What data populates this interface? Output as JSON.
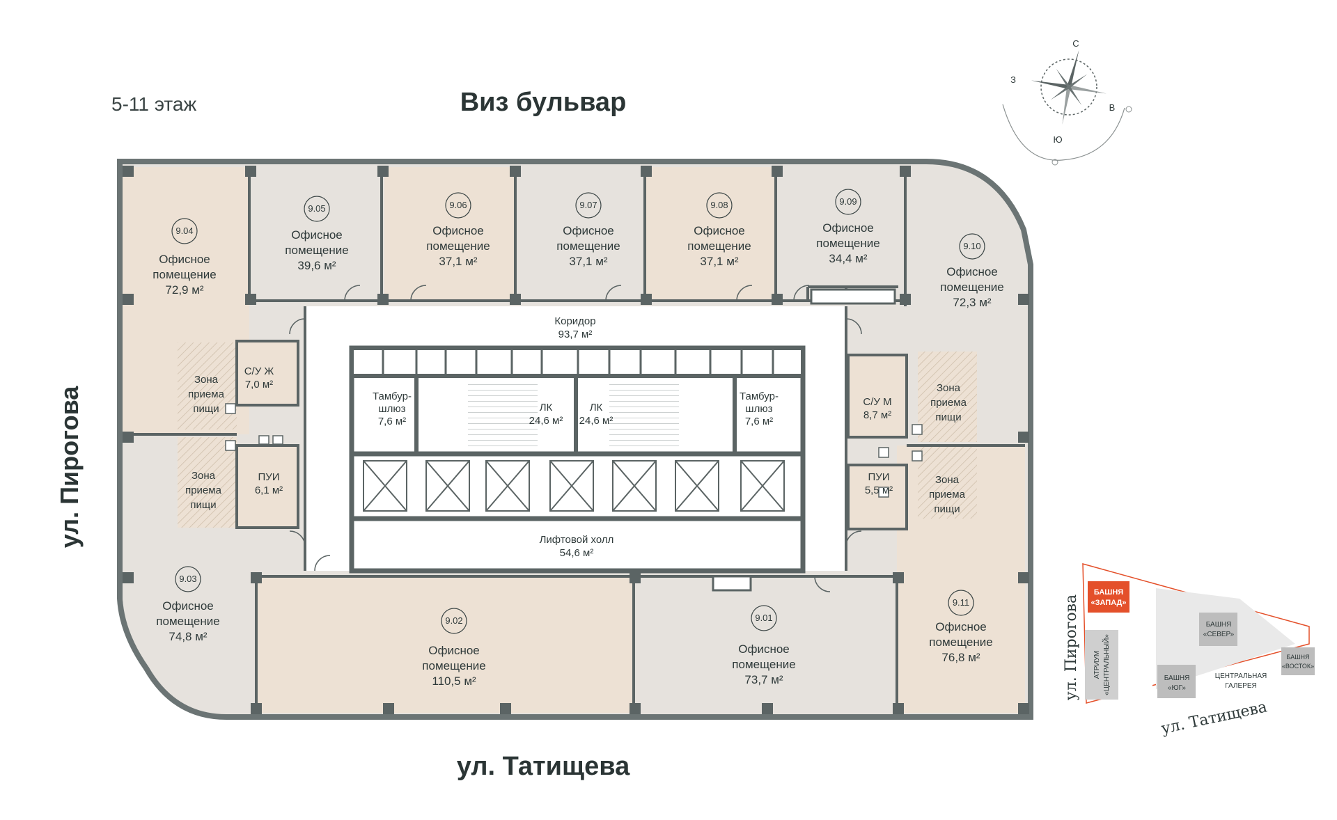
{
  "floor_label": "5-11 этаж",
  "streets": {
    "top": "Виз бульвар",
    "bottom": "ул. Татищева",
    "left": "ул. Пирогова"
  },
  "compass": {
    "north": "С",
    "south": "Ю",
    "west": "З",
    "east": "В"
  },
  "offices": [
    {
      "id": "9.04",
      "name": "Офисное",
      "name2": "помещение",
      "area": "72,9 м²"
    },
    {
      "id": "9.05",
      "name": "Офисное",
      "name2": "помещение",
      "area": "39,6 м²"
    },
    {
      "id": "9.06",
      "name": "Офисное",
      "name2": "помещение",
      "area": "37,1 м²"
    },
    {
      "id": "9.07",
      "name": "Офисное",
      "name2": "помещение",
      "area": "37,1 м²"
    },
    {
      "id": "9.08",
      "name": "Офисное",
      "name2": "помещение",
      "area": "37,1 м²"
    },
    {
      "id": "9.09",
      "name": "Офисное",
      "name2": "помещение",
      "area": "34,4 м²"
    },
    {
      "id": "9.10",
      "name": "Офисное",
      "name2": "помещение",
      "area": "72,3 м²"
    },
    {
      "id": "9.03",
      "name": "Офисное",
      "name2": "помещение",
      "area": "74,8 м²"
    },
    {
      "id": "9.02",
      "name": "Офисное",
      "name2": "помещение",
      "area": "110,5 м²"
    },
    {
      "id": "9.01",
      "name": "Офисное",
      "name2": "помещение",
      "area": "73,7 м²"
    },
    {
      "id": "9.11",
      "name": "Офисное",
      "name2": "помещение",
      "area": "76,8 м²"
    }
  ],
  "zones": {
    "line1": "Зона",
    "line2": "приема",
    "line3": "пищи"
  },
  "service": {
    "corridor": {
      "name": "Коридор",
      "area": "93,7 м²"
    },
    "lift_hall": {
      "name": "Лифтовой холл",
      "area": "54,6 м²"
    },
    "lk_left": {
      "name": "ЛК",
      "area": "24,6 м²"
    },
    "lk_right": {
      "name": "ЛК",
      "area": "24,6 м²"
    },
    "tambur_left": {
      "name": "Тамбур-",
      "name2": "шлюз",
      "area": "7,6 м²"
    },
    "tambur_right": {
      "name": "Тамбур-",
      "name2": "шлюз",
      "area": "7,6 м²"
    },
    "wc_f": {
      "name": "С/У Ж",
      "area": "7,0 м²"
    },
    "wc_m": {
      "name": "С/У М",
      "area": "8,7 м²"
    },
    "pui_left": {
      "name": "ПУИ",
      "area": "6,1 м²"
    },
    "pui_right": {
      "name": "ПУИ",
      "area": "5,5 м²"
    }
  },
  "mini_map": {
    "street_left": "ул. Пирогова",
    "street_bottom": "ул. Татищева",
    "zapad_1": "БАШНЯ",
    "zapad_2": "«ЗАПАД»",
    "sever_1": "БАШНЯ",
    "sever_2": "«СЕВЕР»",
    "yug_1": "БАШНЯ",
    "yug_2": "«ЮГ»",
    "vostok_1": "БАШНЯ",
    "vostok_2": "«ВОСТОК»",
    "atrium_1": "АТРИУМ",
    "atrium_2": "«ЦЕНТРАЛЬНЫЙ»",
    "gallery_1": "ЦЕНТРАЛЬНАЯ",
    "gallery_2": "ГАЛЕРЕЯ"
  },
  "colors": {
    "wall": "#5b6464",
    "office_beige": "#ede1d4",
    "office_grey": "#e6e2dd",
    "zone_hatch": "#c9b9a6",
    "accent": "#e4502a"
  }
}
